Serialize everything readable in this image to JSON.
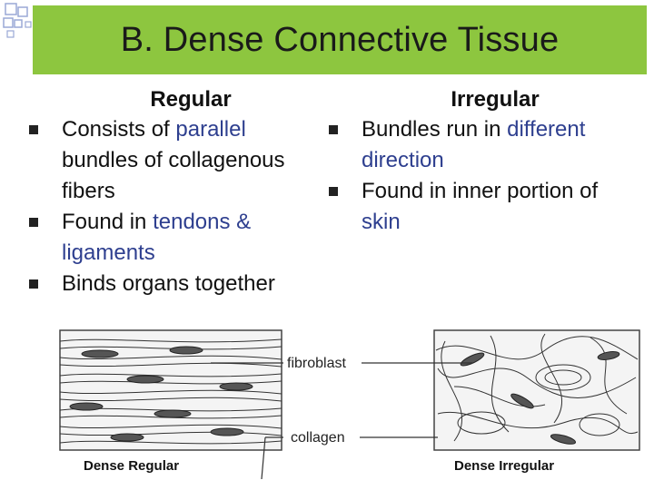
{
  "slide": {
    "title": "B. Dense Connective Tissue",
    "accent_color": "#8dc63f",
    "highlight_color": "#2e3f8f"
  },
  "left": {
    "heading": "Regular",
    "bullets": [
      {
        "parts": [
          {
            "t": "Consists of ",
            "hl": false
          },
          {
            "t": "parallel",
            "hl": true
          },
          {
            "t": " bundles of collagenous fibers",
            "hl": false
          }
        ]
      },
      {
        "parts": [
          {
            "t": "Found in ",
            "hl": false
          },
          {
            "t": "tendons & ligaments",
            "hl": true
          }
        ]
      },
      {
        "parts": [
          {
            "t": "Binds organs together",
            "hl": false
          }
        ]
      }
    ]
  },
  "right": {
    "heading": "Irregular",
    "bullets": [
      {
        "parts": [
          {
            "t": "Bundles run in ",
            "hl": false
          },
          {
            "t": "different direction",
            "hl": true
          }
        ]
      },
      {
        "parts": [
          {
            "t": "Found in inner portion of ",
            "hl": false
          },
          {
            "t": "skin",
            "hl": true
          }
        ]
      }
    ]
  },
  "figure": {
    "label_fibroblast": "fibroblast",
    "label_collagen": "collagen",
    "caption_left": "Dense Regular",
    "caption_right": "Dense Irregular"
  }
}
